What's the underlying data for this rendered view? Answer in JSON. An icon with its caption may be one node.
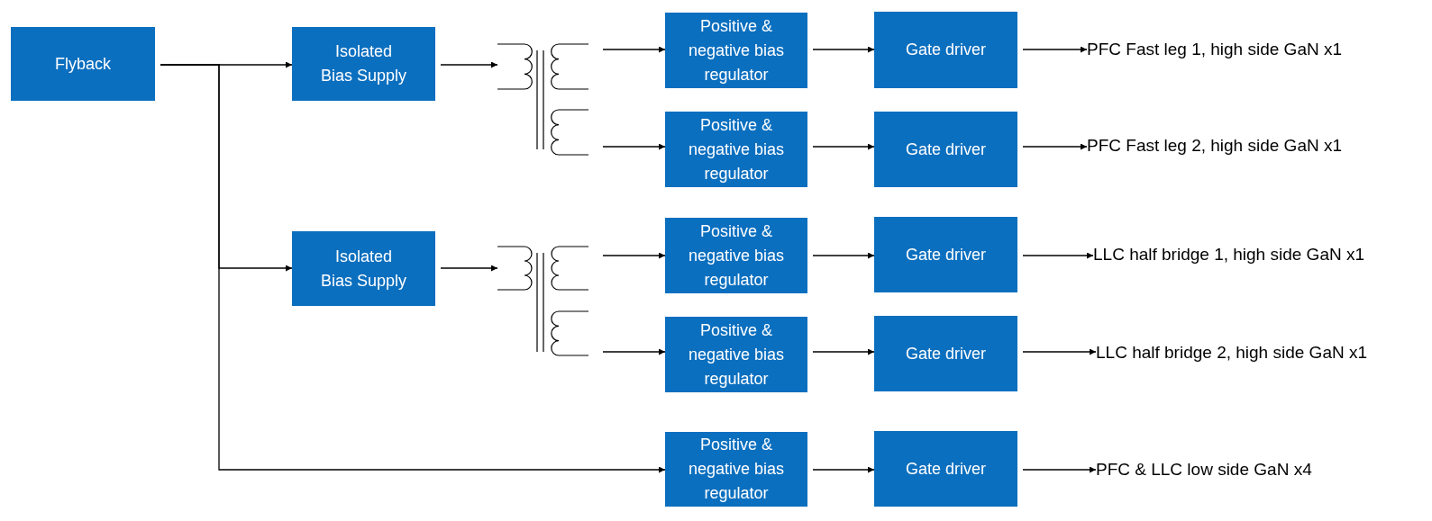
{
  "diagram": {
    "nodes": [
      {
        "text": [
          "Flyback"
        ]
      },
      {
        "text": [
          "Isolated Bias Supply"
        ]
      },
      {
        "text": [],
        "shape": "transformer"
      },
      {
        "text": [
          "Positive & negative bias regulator"
        ]
      },
      {
        "text": [
          "Gate driver"
        ]
      },
      {
        "text": [
          "PFC Fast leg 1, high side GaN x1"
        ]
      },
      {
        "text": [
          "Positive & negative bias regulator"
        ]
      },
      {
        "text": [
          "Gate driver"
        ]
      },
      {
        "text": [
          "PFC Fast leg 2, high side GaN x1"
        ]
      },
      {
        "text": [
          "Isolated Bias Supply"
        ]
      },
      {
        "text": [],
        "shape": "transformer"
      },
      {
        "text": [
          "Positive & negative bias regulator"
        ]
      },
      {
        "text": [
          "Gate driver"
        ]
      },
      {
        "text": [
          "LLC half bridge 1, high side GaN x1"
        ]
      },
      {
        "text": [
          "Positive & negative bias regulator"
        ]
      },
      {
        "text": [
          "Gate driver"
        ]
      },
      {
        "text": [
          "LLC half bridge 2, high side GaN x1"
        ]
      },
      {
        "text": [
          "Positive & negative bias regulator"
        ]
      },
      {
        "text": [
          "Gate driver"
        ]
      },
      {
        "text": [
          "PFC & LLC low side GaN x4"
        ]
      }
    ],
    "edges": [
      {
        "from": 0,
        "to": 1,
        "arrow": "to"
      },
      {
        "from": 0,
        "to": 9,
        "arrow": "to"
      },
      {
        "from": 0,
        "to": 17,
        "arrow": "to"
      },
      {
        "from": 1,
        "to": 2,
        "arrow": "to"
      },
      {
        "from": 2,
        "to": 3,
        "arrow": "to"
      },
      {
        "from": 2,
        "to": 6,
        "arrow": "to"
      },
      {
        "from": 3,
        "to": 4,
        "arrow": "to"
      },
      {
        "from": 4,
        "to": 5,
        "arrow": "to"
      },
      {
        "from": 6,
        "to": 7,
        "arrow": "to"
      },
      {
        "from": 7,
        "to": 8,
        "arrow": "to"
      },
      {
        "from": 9,
        "to": 10,
        "arrow": "to"
      },
      {
        "from": 10,
        "to": 11,
        "arrow": "to"
      },
      {
        "from": 10,
        "to": 14,
        "arrow": "to"
      },
      {
        "from": 11,
        "to": 12,
        "arrow": "to"
      },
      {
        "from": 12,
        "to": 13,
        "arrow": "to"
      },
      {
        "from": 14,
        "to": 15,
        "arrow": "to"
      },
      {
        "from": 15,
        "to": 16,
        "arrow": "to"
      },
      {
        "from": 17,
        "to": 18,
        "arrow": "to"
      },
      {
        "from": 18,
        "to": 19,
        "arrow": "to"
      }
    ]
  }
}
